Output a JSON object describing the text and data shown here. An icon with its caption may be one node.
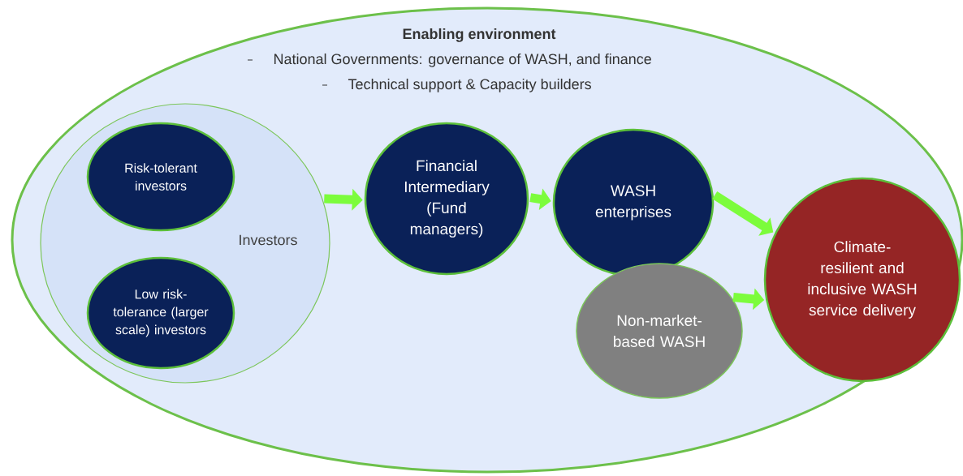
{
  "diagram": {
    "nodes": [
      {
        "text": [
          "Enabling environment",
          "National Governments: governance of WASH, and finance",
          "Technical support & Capacity builders"
        ]
      },
      {
        "text": [
          "Investors"
        ],
        "in": 0
      },
      {
        "text": [
          "Risk-tolerant investors"
        ],
        "in": 1
      },
      {
        "text": [
          "Low risk-tolerance (larger scale) investors"
        ],
        "in": 1
      },
      {
        "text": [
          "Financial Intermediary (Fund managers)"
        ],
        "in": 0
      },
      {
        "text": [
          "WASH enterprises"
        ],
        "in": 0
      },
      {
        "text": [
          "Non-market-based WASH"
        ],
        "in": 0
      },
      {
        "text": [
          "Climate-resilient and inclusive WASH service delivery"
        ],
        "in": 0
      }
    ],
    "edges": [
      {
        "from": 1,
        "to": 4,
        "arrow": "to"
      },
      {
        "from": 4,
        "to": 5,
        "arrow": "to"
      },
      {
        "from": 5,
        "to": 7,
        "arrow": "to"
      },
      {
        "from": 6,
        "to": 7,
        "arrow": "to"
      }
    ]
  }
}
